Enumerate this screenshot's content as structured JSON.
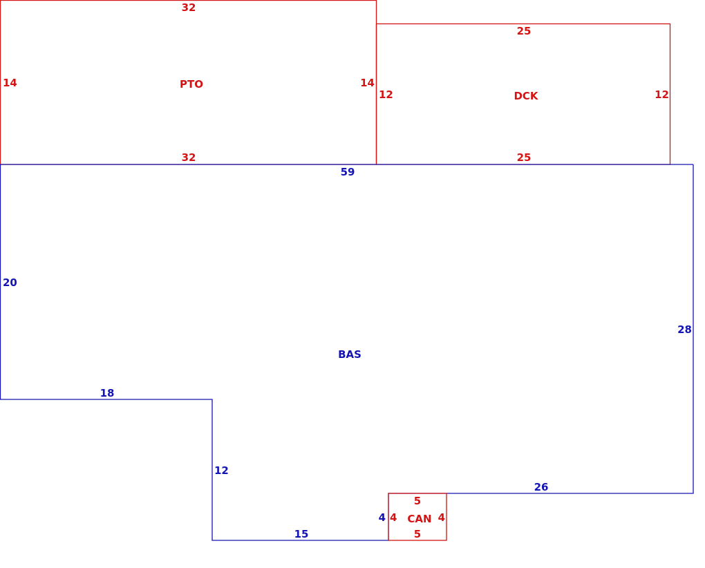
{
  "colors": {
    "addition": "#d41414",
    "main": "#1414b4"
  },
  "areas": {
    "pto": {
      "label": "PTO",
      "top": "32",
      "bottom": "32",
      "left": "14",
      "right": "14"
    },
    "dck": {
      "label": "DCK",
      "top": "25",
      "bottom": "25",
      "left": "12",
      "right": "12"
    },
    "bas": {
      "label": "BAS",
      "top": "59",
      "left": "20",
      "right": "28",
      "step_bottom_left": "18",
      "step_vertical": "12",
      "bottom": "15",
      "notch_side": "4",
      "bottom_right": "26"
    },
    "can": {
      "label": "CAN",
      "top": "5",
      "bottom": "5",
      "left": "4",
      "right": "4"
    }
  }
}
